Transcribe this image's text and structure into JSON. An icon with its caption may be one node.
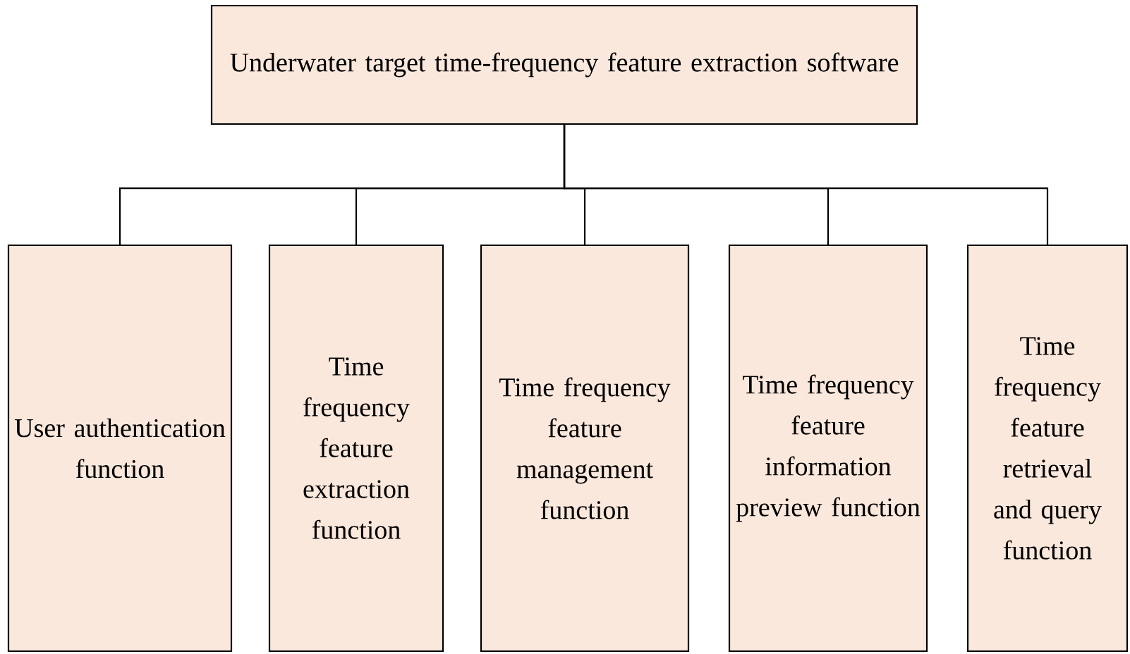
{
  "diagram": {
    "nodes": [
      {
        "text": [
          "Underwater target time-frequency feature extraction software"
        ]
      },
      {
        "text": [
          "User authentication function"
        ]
      },
      {
        "text": [
          "Time frequency feature extraction function"
        ]
      },
      {
        "text": [
          "Time frequency feature management function"
        ]
      },
      {
        "text": [
          "Time frequency feature information preview function"
        ]
      },
      {
        "text": [
          "Time frequency feature retrieval and query function"
        ]
      }
    ],
    "edges": [
      {
        "from": 0,
        "to": 1,
        "arrow": "none"
      },
      {
        "from": 0,
        "to": 2,
        "arrow": "none"
      },
      {
        "from": 0,
        "to": 3,
        "arrow": "none"
      },
      {
        "from": 0,
        "to": 4,
        "arrow": "none"
      },
      {
        "from": 0,
        "to": 5,
        "arrow": "none"
      }
    ]
  }
}
